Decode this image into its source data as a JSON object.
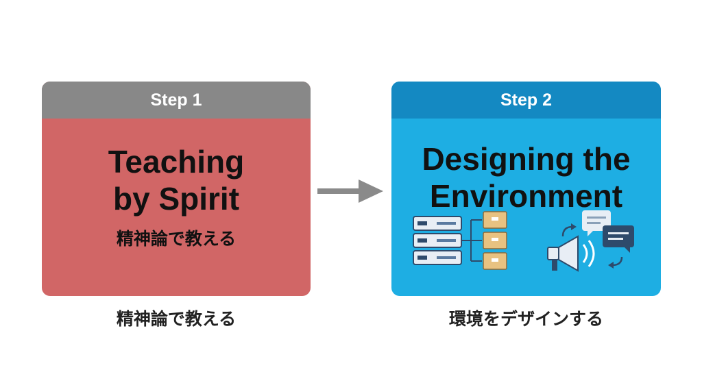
{
  "step1": {
    "header": "Step 1",
    "title_line1": "Teaching",
    "title_line2": "by Spirit",
    "subtitle": "精神論で教える",
    "caption": "精神論で教える",
    "color": "#d16666",
    "header_color": "#888888"
  },
  "step2": {
    "header": "Step 2",
    "title_line1": "Designing the",
    "title_line2": "Environment",
    "caption": "環境をデザインする",
    "color": "#1eaee3",
    "header_color": "#1489c2",
    "icons": [
      "server-rack-icon",
      "folder-icon",
      "megaphone-icon",
      "chat-bubble-icon"
    ]
  },
  "arrow_color": "#8a8a8a"
}
